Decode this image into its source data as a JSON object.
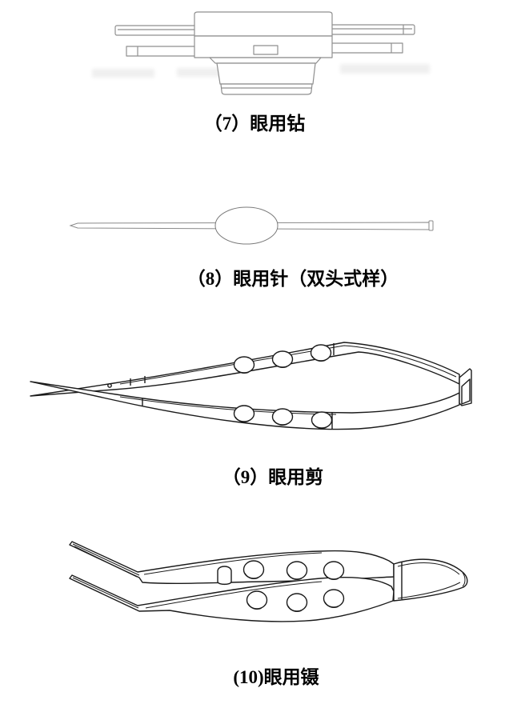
{
  "page": {
    "type": "scanned-document-figure-page",
    "background_color": "#ffffff",
    "ink_color": "#1a1a1a",
    "light_ink_color": "#8f8f8f"
  },
  "figures": [
    {
      "name": "ophthalmic-drill",
      "caption": "（7）眼用钻"
    },
    {
      "name": "ophthalmic-needle-double-ended",
      "caption": "（8）眼用针（双头式样）"
    },
    {
      "name": "ophthalmic-scissors",
      "caption": "（9）眼用剪"
    },
    {
      "name": "ophthalmic-forceps",
      "caption": "(10)眼用镊"
    }
  ]
}
